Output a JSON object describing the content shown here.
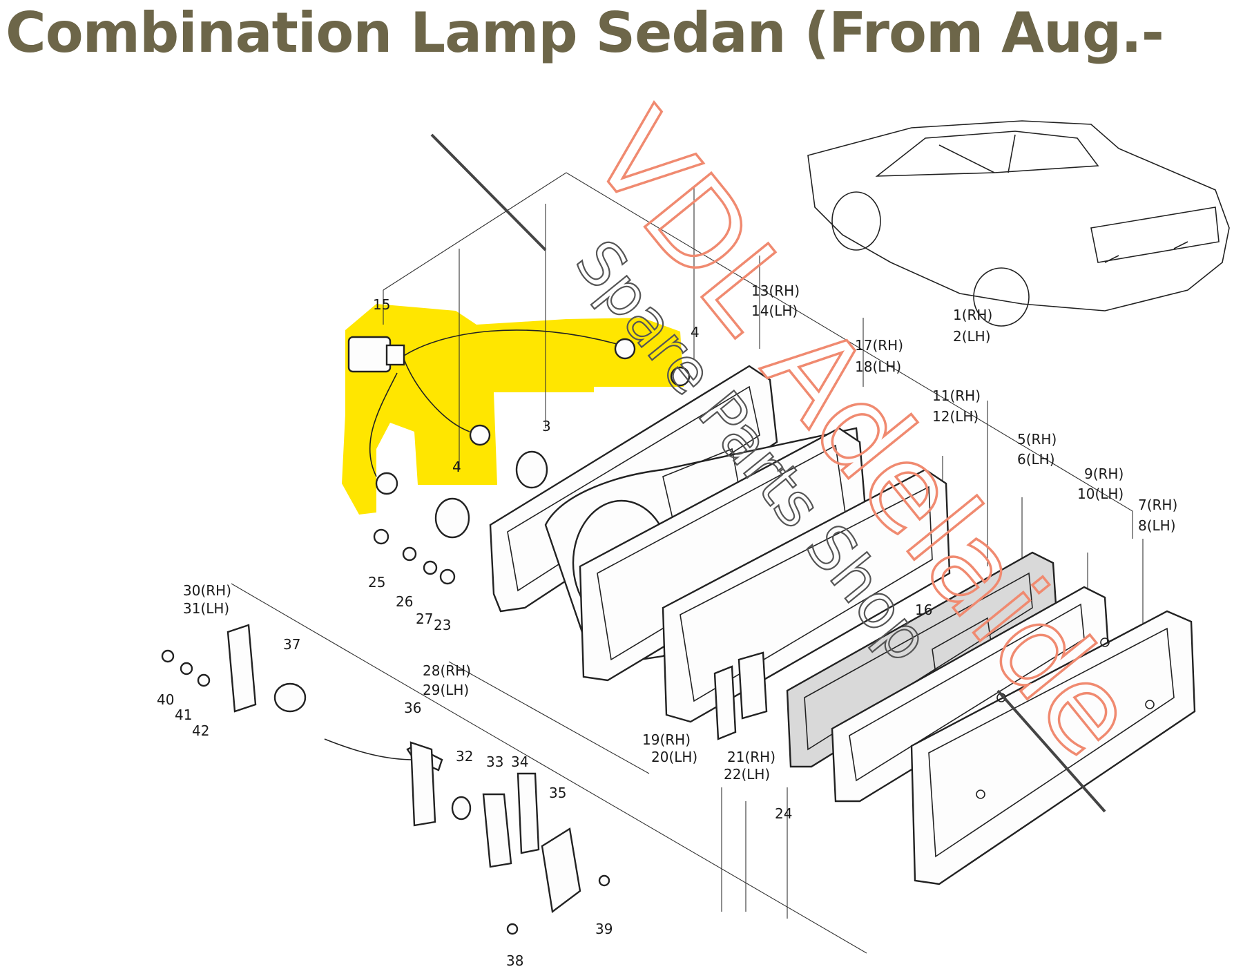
{
  "title": "Combination Lamp Sedan (From Aug.-",
  "callouts": {
    "p1_2": [
      "1(RH)",
      "2(LH)"
    ],
    "p3": "3",
    "p4a": "4",
    "p4b": "4",
    "p5_6": [
      "5(RH)",
      "6(LH)"
    ],
    "p7_8": [
      "7(RH)",
      "8(LH)"
    ],
    "p9_10": [
      "9(RH)",
      "10(LH)"
    ],
    "p11_12": [
      "11(RH)",
      "12(LH)"
    ],
    "p13_14": [
      "13(RH)",
      "14(LH)"
    ],
    "p15": "15",
    "p16": "16",
    "p17_18": [
      "17(RH)",
      "18(LH)"
    ],
    "p19_20": [
      "19(RH)",
      "20(LH)"
    ],
    "p21_22": [
      "21(RH)",
      "22(LH)"
    ],
    "p23": "23",
    "p24": "24",
    "p25": "25",
    "p26": "26",
    "p27": "27",
    "p28_29": [
      "28(RH)",
      "29(LH)"
    ],
    "p30_31": [
      "30(RH)",
      "31(LH)"
    ],
    "p32": "32",
    "p33": "33",
    "p34": "34",
    "p35": "35",
    "p36": "36",
    "p37": "37",
    "p38": "38",
    "p39": "39",
    "p40": "40",
    "p41": "41",
    "p42": "42"
  },
  "watermark": {
    "main": "VDL Adelaide",
    "sub": "Spare Parts Shop"
  },
  "colors": {
    "title": "#6d6649",
    "highlight": "#ffe600",
    "watermark_main": "#f08a70",
    "watermark_sub": "#555555"
  }
}
